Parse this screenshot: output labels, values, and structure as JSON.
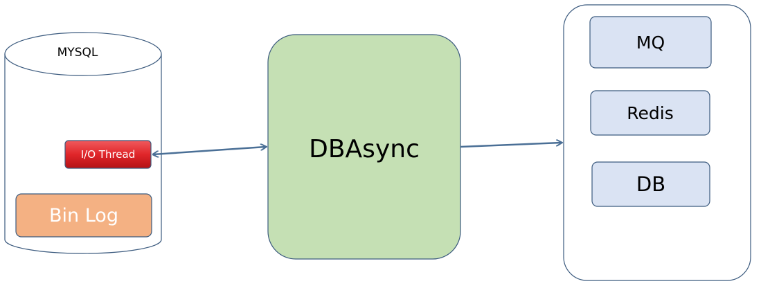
{
  "nodes": {
    "mysql": {
      "label": "MYSQL"
    },
    "io_thread": {
      "label": "I/O Thread"
    },
    "bin_log": {
      "label": "Bin Log"
    },
    "dbasync": {
      "label": "DBAsync"
    },
    "targets": {
      "mq": {
        "label": "MQ"
      },
      "redis": {
        "label": "Redis"
      },
      "db": {
        "label": "DB"
      }
    }
  },
  "edges": [
    {
      "from": "io_thread",
      "to": "dbasync",
      "direction": "both"
    },
    {
      "from": "dbasync",
      "to": "targets",
      "direction": "forward"
    }
  ],
  "colors": {
    "outline": "#3b5a7e",
    "arrow": "#4a6f96",
    "io_thread_fill": "#e0262a",
    "bin_log_fill": "#f4b183",
    "dbasync_fill": "#c5e0b4",
    "target_fill": "#dae3f3"
  }
}
